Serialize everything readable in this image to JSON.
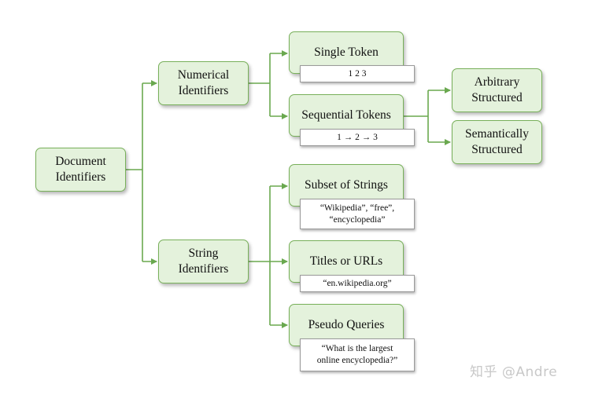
{
  "root": {
    "label": "Document\nIdentifiers"
  },
  "numerical": {
    "label": "Numerical\nIdentifiers",
    "single_token": {
      "label": "Single Token",
      "example": "1 2 3"
    },
    "sequential_tokens": {
      "label": "Sequential Tokens",
      "example": "1 → 2 → 3"
    },
    "arbitrary": {
      "label": "Arbitrary\nStructured"
    },
    "semantic": {
      "label": "Semantically\nStructured"
    }
  },
  "string": {
    "label": "String\nIdentifiers",
    "subset": {
      "label": "Subset of Strings",
      "example": "“Wikipedia”, “free”,\n“encyclopedia”"
    },
    "titles": {
      "label": "Titles or URLs",
      "example": "“en.wikipedia.org”"
    },
    "pseudo": {
      "label": "Pseudo Queries",
      "example": "“What is the largest\nonline encyclopedia?”"
    }
  },
  "watermark": "知乎 @Andre",
  "colors": {
    "node_fill": "#e4f2dc",
    "node_border": "#78b05a",
    "connector": "#6aa84f"
  }
}
